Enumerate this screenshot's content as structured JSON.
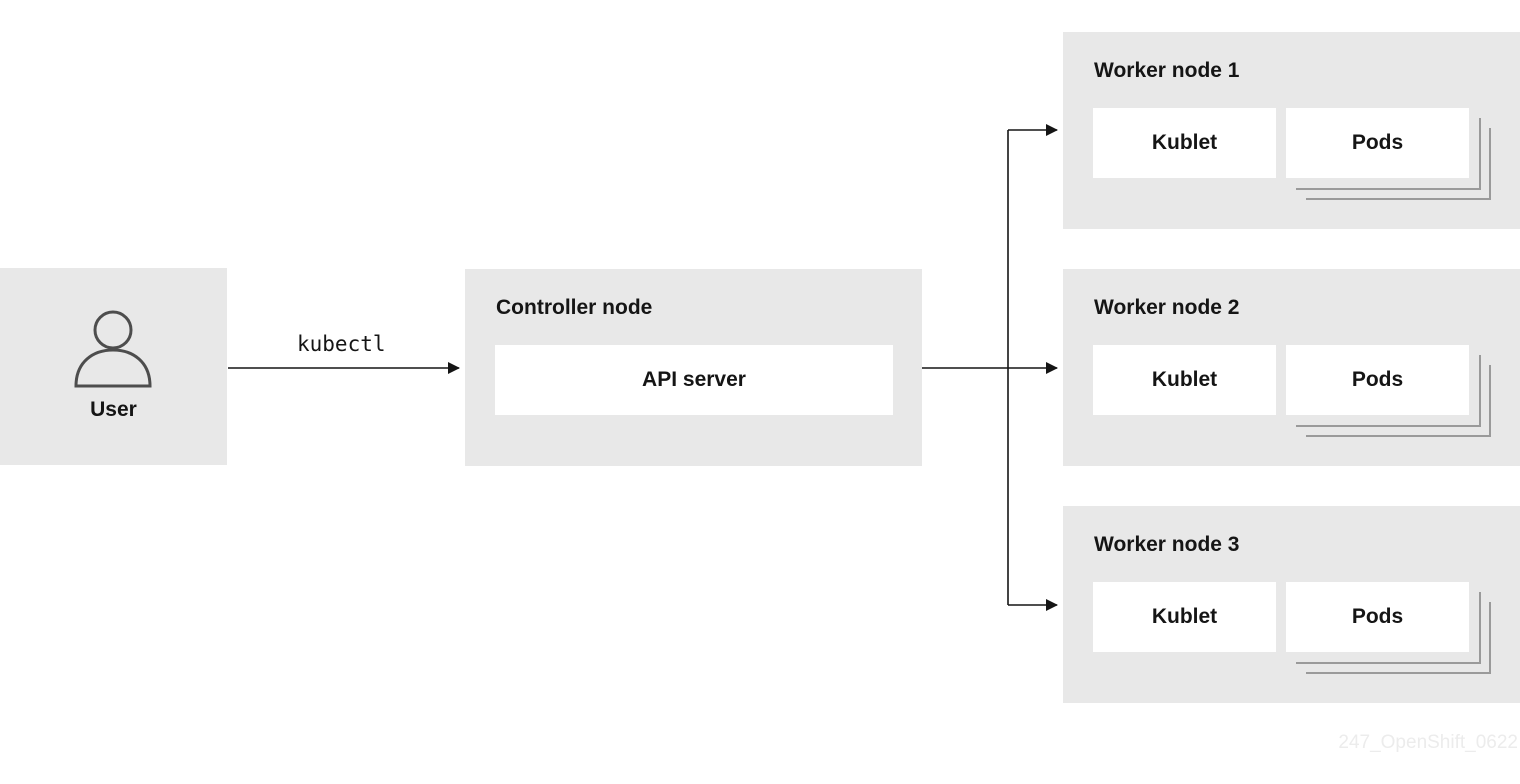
{
  "user": {
    "label": "User",
    "icon": "user-icon"
  },
  "edge_user_controller": {
    "label": "kubectl"
  },
  "controller": {
    "title": "Controller node",
    "component": "API server"
  },
  "workers": [
    {
      "title": "Worker node 1",
      "kubelet": "Kublet",
      "pods": "Pods"
    },
    {
      "title": "Worker node 2",
      "kubelet": "Kublet",
      "pods": "Pods"
    },
    {
      "title": "Worker node 3",
      "kubelet": "Kublet",
      "pods": "Pods"
    }
  ],
  "watermark": "247_OpenShift_0622",
  "colors": {
    "box": "#e8e8e8",
    "card": "#ffffff",
    "line": "#151515",
    "stack": "#9a9a9a"
  }
}
